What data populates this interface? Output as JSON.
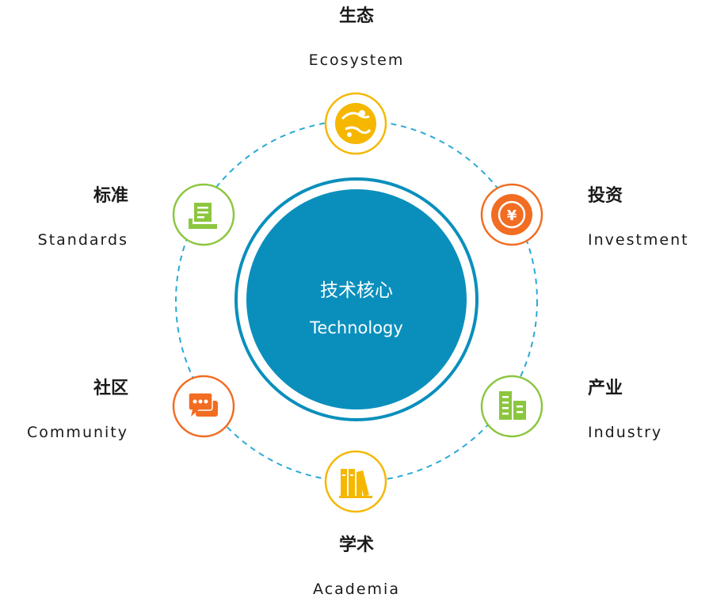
{
  "center": {
    "title_zh": "技术核心",
    "title_en": "Technology"
  },
  "nodes": [
    {
      "key": "ecosystem",
      "zh": "生态",
      "en": "Ecosystem",
      "icon": "globe-icon",
      "color": "#f5b700"
    },
    {
      "key": "investment",
      "zh": "投资",
      "en": "Investment",
      "icon": "yen-coin-icon",
      "color": "#f26c22"
    },
    {
      "key": "industry",
      "zh": "产业",
      "en": "Industry",
      "icon": "buildings-icon",
      "color": "#8cc63f"
    },
    {
      "key": "academia",
      "zh": "学术",
      "en": "Academia",
      "icon": "books-icon",
      "color": "#f5b700"
    },
    {
      "key": "community",
      "zh": "社区",
      "en": "Community",
      "icon": "chat-icon",
      "color": "#f26c22"
    },
    {
      "key": "standards",
      "zh": "标准",
      "en": "Standards",
      "icon": "document-icon",
      "color": "#8cc63f"
    }
  ],
  "colors": {
    "core": "#0a8fbc",
    "orbit": "#2aaad6"
  }
}
